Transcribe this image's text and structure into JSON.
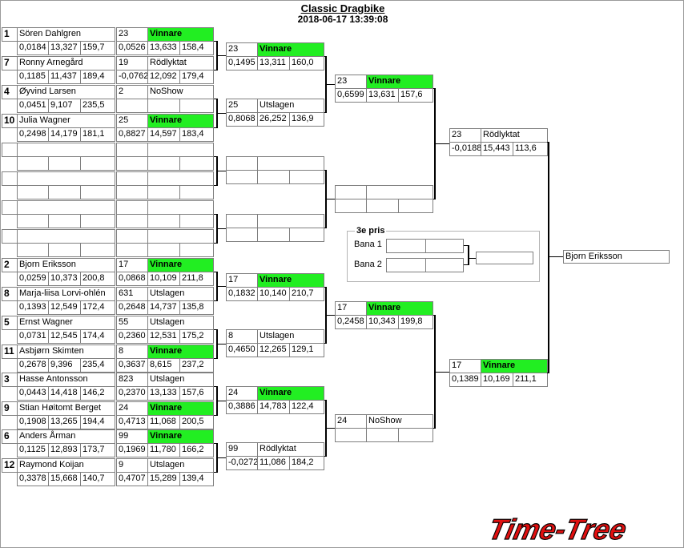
{
  "header": {
    "title": "Classic Dragbike",
    "datetime": "2018-06-17 13:39:08"
  },
  "round1": [
    {
      "seed": "1",
      "name": "Sören Dahlgren",
      "rt": "0,0184",
      "et": "13,327",
      "speed": "159,7",
      "num": "23",
      "status": "Vinnare",
      "win": true,
      "rt2": "0,0526",
      "et2": "13,633",
      "speed2": "158,4"
    },
    {
      "seed": "7",
      "name": "Ronny Arnegård",
      "rt": "0,1185",
      "et": "11,437",
      "speed": "189,4",
      "num": "19",
      "status": "Rödlyktat",
      "win": false,
      "rt2": "-0,0762",
      "et2": "12,092",
      "speed2": "179,4"
    },
    {
      "seed": "4",
      "name": "Øyvind Larsen",
      "rt": "0,0451",
      "et": "9,107",
      "speed": "235,5",
      "num": "2",
      "status": "NoShow",
      "win": false,
      "rt2": "",
      "et2": "",
      "speed2": ""
    },
    {
      "seed": "10",
      "name": "Julia Wagner",
      "rt": "0,2498",
      "et": "14,179",
      "speed": "181,1",
      "num": "25",
      "status": "Vinnare",
      "win": true,
      "rt2": "0,8827",
      "et2": "14,597",
      "speed2": "183,4"
    },
    {
      "seed": "",
      "name": "",
      "rt": "",
      "et": "",
      "speed": "",
      "num": "",
      "status": "",
      "win": false,
      "rt2": "",
      "et2": "",
      "speed2": ""
    },
    {
      "seed": "",
      "name": "",
      "rt": "",
      "et": "",
      "speed": "",
      "num": "",
      "status": "",
      "win": false,
      "rt2": "",
      "et2": "",
      "speed2": ""
    },
    {
      "seed": "",
      "name": "",
      "rt": "",
      "et": "",
      "speed": "",
      "num": "",
      "status": "",
      "win": false,
      "rt2": "",
      "et2": "",
      "speed2": ""
    },
    {
      "seed": "",
      "name": "",
      "rt": "",
      "et": "",
      "speed": "",
      "num": "",
      "status": "",
      "win": false,
      "rt2": "",
      "et2": "",
      "speed2": ""
    },
    {
      "seed": "2",
      "name": "Bjorn Eriksson",
      "rt": "0,0259",
      "et": "10,373",
      "speed": "200,8",
      "num": "17",
      "status": "Vinnare",
      "win": true,
      "rt2": "0,0868",
      "et2": "10,109",
      "speed2": "211,8"
    },
    {
      "seed": "8",
      "name": "Marja-liisa Lorvi-ohlén",
      "rt": "0,1393",
      "et": "12,549",
      "speed": "172,4",
      "num": "631",
      "status": "Utslagen",
      "win": false,
      "rt2": "0,2648",
      "et2": "14,737",
      "speed2": "135,8"
    },
    {
      "seed": "5",
      "name": "Ernst Wagner",
      "rt": "0,0731",
      "et": "12,545",
      "speed": "174,4",
      "num": "55",
      "status": "Utslagen",
      "win": false,
      "rt2": "0,2360",
      "et2": "12,531",
      "speed2": "175,2"
    },
    {
      "seed": "11",
      "name": "Asbjørn Skimten",
      "rt": "0,2678",
      "et": "9,396",
      "speed": "235,4",
      "num": "8",
      "status": "Vinnare",
      "win": true,
      "rt2": "0,3637",
      "et2": "8,615",
      "speed2": "237,2"
    },
    {
      "seed": "3",
      "name": "Hasse Antonsson",
      "rt": "0,0443",
      "et": "14,418",
      "speed": "146,2",
      "num": "823",
      "status": "Utslagen",
      "win": false,
      "rt2": "0,2370",
      "et2": "13,133",
      "speed2": "157,6"
    },
    {
      "seed": "9",
      "name": "Stian Høitomt Berget",
      "rt": "0,1908",
      "et": "13,265",
      "speed": "194,4",
      "num": "24",
      "status": "Vinnare",
      "win": true,
      "rt2": "0,4713",
      "et2": "11,068",
      "speed2": "200,5"
    },
    {
      "seed": "6",
      "name": "Anders Årman",
      "rt": "0,1125",
      "et": "12,893",
      "speed": "173,7",
      "num": "99",
      "status": "Vinnare",
      "win": true,
      "rt2": "0,1969",
      "et2": "11,780",
      "speed2": "166,2"
    },
    {
      "seed": "12",
      "name": "Raymond Koijan",
      "rt": "0,3378",
      "et": "15,668",
      "speed": "140,7",
      "num": "9",
      "status": "Utslagen",
      "win": false,
      "rt2": "0,4707",
      "et2": "15,289",
      "speed2": "139,4"
    }
  ],
  "round2": [
    {
      "num": "23",
      "status": "Vinnare",
      "win": true,
      "rt": "0,1495",
      "et": "13,311",
      "speed": "160,0"
    },
    {
      "num": "25",
      "status": "Utslagen",
      "win": false,
      "rt": "0,8068",
      "et": "26,252",
      "speed": "136,9"
    },
    {
      "num": "",
      "status": "",
      "win": false,
      "rt": "",
      "et": "",
      "speed": ""
    },
    {
      "num": "",
      "status": "",
      "win": false,
      "rt": "",
      "et": "",
      "speed": ""
    },
    {
      "num": "17",
      "status": "Vinnare",
      "win": true,
      "rt": "0,1832",
      "et": "10,140",
      "speed": "210,7"
    },
    {
      "num": "8",
      "status": "Utslagen",
      "win": false,
      "rt": "0,4650",
      "et": "12,265",
      "speed": "129,1"
    },
    {
      "num": "24",
      "status": "Vinnare",
      "win": true,
      "rt": "0,3886",
      "et": "14,783",
      "speed": "122,4"
    },
    {
      "num": "99",
      "status": "Rödlyktat",
      "win": false,
      "rt": "-0,0272",
      "et": "11,086",
      "speed": "184,2"
    }
  ],
  "round3": [
    {
      "num": "23",
      "status": "Vinnare",
      "win": true,
      "rt": "0,6599",
      "et": "13,631",
      "speed": "157,6"
    },
    {
      "num": "",
      "status": "",
      "win": false,
      "rt": "",
      "et": "",
      "speed": ""
    },
    {
      "num": "17",
      "status": "Vinnare",
      "win": true,
      "rt": "0,2458",
      "et": "10,343",
      "speed": "199,8"
    },
    {
      "num": "24",
      "status": "NoShow",
      "win": false,
      "rt": "",
      "et": "",
      "speed": ""
    }
  ],
  "final": [
    {
      "num": "23",
      "status": "Rödlyktat",
      "win": false,
      "rt": "-0,0188",
      "et": "15,443",
      "speed": "113,6"
    },
    {
      "num": "17",
      "status": "Vinnare",
      "win": true,
      "rt": "0,1389",
      "et": "10,169",
      "speed": "211,1"
    }
  ],
  "winner": "Bjorn Eriksson",
  "third_place": {
    "title": "3e pris",
    "lane1": "Bana 1",
    "lane2": "Bana 2"
  },
  "logo": {
    "text": "Time-Tree",
    "color": "#e01010"
  },
  "colors": {
    "win": "#22ee22"
  }
}
